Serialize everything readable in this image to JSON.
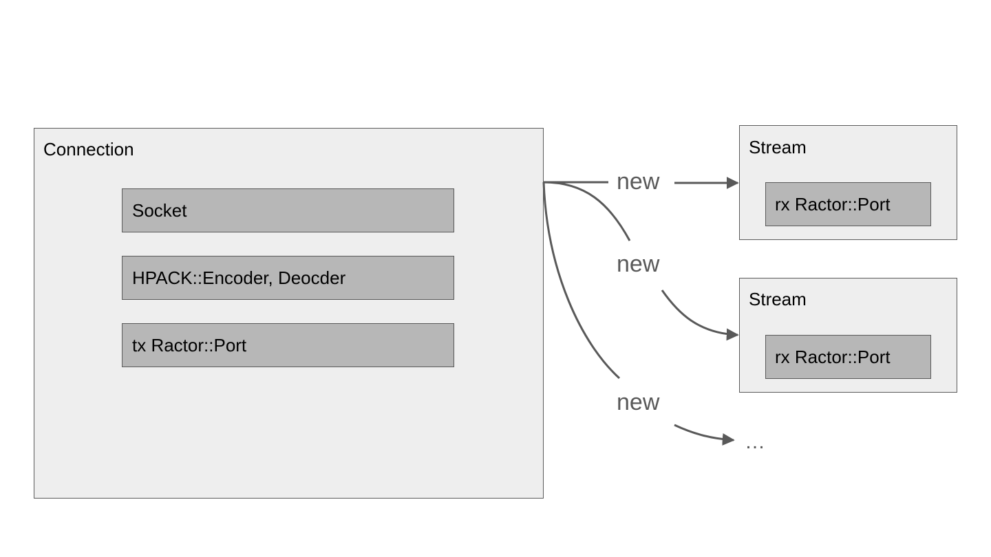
{
  "connection": {
    "title": "Connection",
    "items": [
      {
        "label": "Socket"
      },
      {
        "label": "HPACK::Encoder, Deocder"
      },
      {
        "label": "tx Ractor::Port"
      }
    ]
  },
  "streams": [
    {
      "title": "Stream",
      "port_label": "rx Ractor::Port"
    },
    {
      "title": "Stream",
      "port_label": "rx Ractor::Port"
    }
  ],
  "arrows": [
    {
      "label": "new"
    },
    {
      "label": "new"
    },
    {
      "label": "new"
    }
  ],
  "more": {
    "label": "…"
  },
  "colors": {
    "outer_fill": "#eeeeee",
    "inner_fill": "#b7b7b7",
    "stroke": "#595959"
  }
}
